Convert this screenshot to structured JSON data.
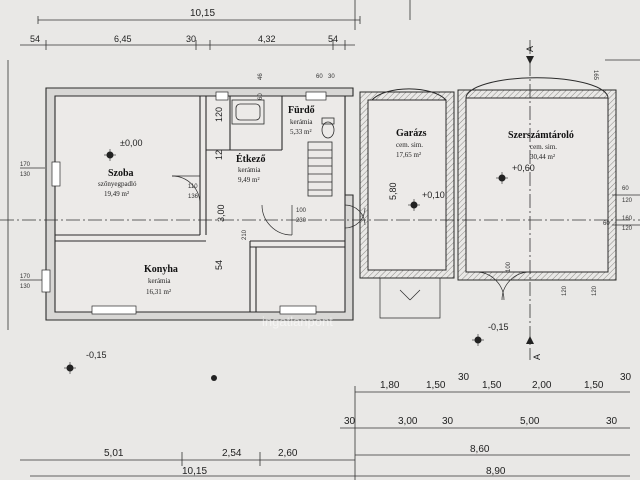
{
  "dimensions": {
    "top_total": "10,15",
    "top_54_left": "54",
    "top_seg_1": "6,45",
    "top_seg_2": "30",
    "top_seg_3": "4,32",
    "top_seg_4": "54",
    "bottom_row1": [
      "1,80",
      "1,50",
      "30",
      "1,50",
      "2,00",
      "1,50",
      "30"
    ],
    "bottom_row2_a": "30",
    "bottom_row2_b": "3,00",
    "bottom_row2_c": "30",
    "bottom_row2_d": "5,00",
    "bottom_row2_e": "30",
    "bottom_row3": [
      "5,01",
      "2,54",
      "2,60",
      "8,60"
    ],
    "bottom_total_left": "10,15",
    "bottom_total_right": "8,90",
    "right_side": [
      "60",
      "120",
      "60",
      "160",
      "120"
    ],
    "left_side": [
      "170",
      "130",
      "170",
      "130"
    ],
    "vert_garazs": "5,80",
    "vert_etkezo": "3,00",
    "vert_12": "12",
    "vert_120": "120",
    "vert_54": "54",
    "vert_210": "210",
    "vert_100a": "100",
    "vert_100b": "100",
    "door_110": "110",
    "door_136": "136",
    "door_100": "100",
    "door_230": "230",
    "win_60": "60",
    "win_100": "100",
    "win_120a": "120",
    "win_120b": "120",
    "vert_46": "46",
    "vert_60": "60",
    "top_right_30": "30",
    "top_right_60": "60",
    "top_right_165": "165"
  },
  "rooms": [
    {
      "name": "Szoba",
      "material": "szőnyegpadló",
      "area": "19,49 m²"
    },
    {
      "name": "Fürdő",
      "material": "kerámia",
      "area": "5,33 m²"
    },
    {
      "name": "Étkező",
      "material": "kerámia",
      "area": "9,49 m²"
    },
    {
      "name": "Konyha",
      "material": "kerámia",
      "area": "16,31 m²"
    },
    {
      "name": "Garázs",
      "material": "cem. sim.",
      "area": "17,65 m²"
    },
    {
      "name": "Szerszámtároló",
      "material": "cem. sim.",
      "area": "30,44 m²"
    }
  ],
  "levels": {
    "szoba": "±0,00",
    "garazs": "+0,10",
    "szerszam": "+0,60",
    "outside_left": "-0,15",
    "outside_right": "-0,15"
  },
  "section_mark": "A",
  "watermark": "ingatlanpont",
  "colors": {
    "paper": "#e9e8e6",
    "wall_fill": "#d8d7d5",
    "line": "#2b2b2b",
    "garage_hatch": "#b8b6b2"
  }
}
